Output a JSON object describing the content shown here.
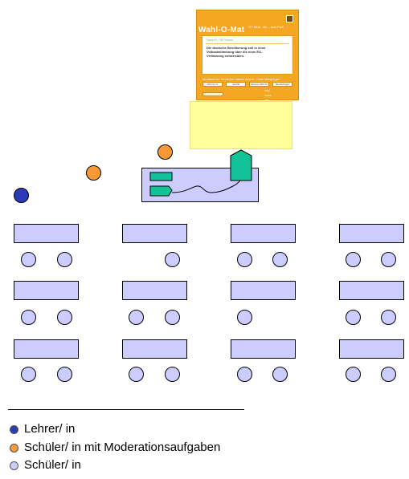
{
  "colors": {
    "teacher": "#2b3bb5",
    "moderator": "#f79a36",
    "student": "#ccccff",
    "desk": "#ccccff",
    "screen": "#ffff99",
    "laptop": "#12c39a",
    "poster": "#f5a623"
  },
  "wahlomat": {
    "title": "Wahl-O-Mat",
    "subtitle": "10 / 38 ist · die ... auch Parti",
    "thesis_label": "These 10 / 38 Thesen",
    "thesis": "Die deutsche Bevölkerung soll in einer Volksabstimmung über die neue EU-Verfassung entscheiden.",
    "hint": "Ich stimme zu / bin neutral / stimme nicht zu / These überspringen",
    "buttons": [
      "stimme zu",
      "neutral",
      "stimme nicht zu",
      "überspringen"
    ],
    "options": [
      "Infos",
      "zurück",
      "Hilfe"
    ]
  },
  "legend": [
    {
      "label": "Lehrer/ in",
      "icon": "teacher-dot"
    },
    {
      "label": "Schüler/ in mit Moderationsaufgaben",
      "icon": "moderator-dot"
    },
    {
      "label": "Schüler/ in",
      "icon": "student-dot"
    }
  ]
}
